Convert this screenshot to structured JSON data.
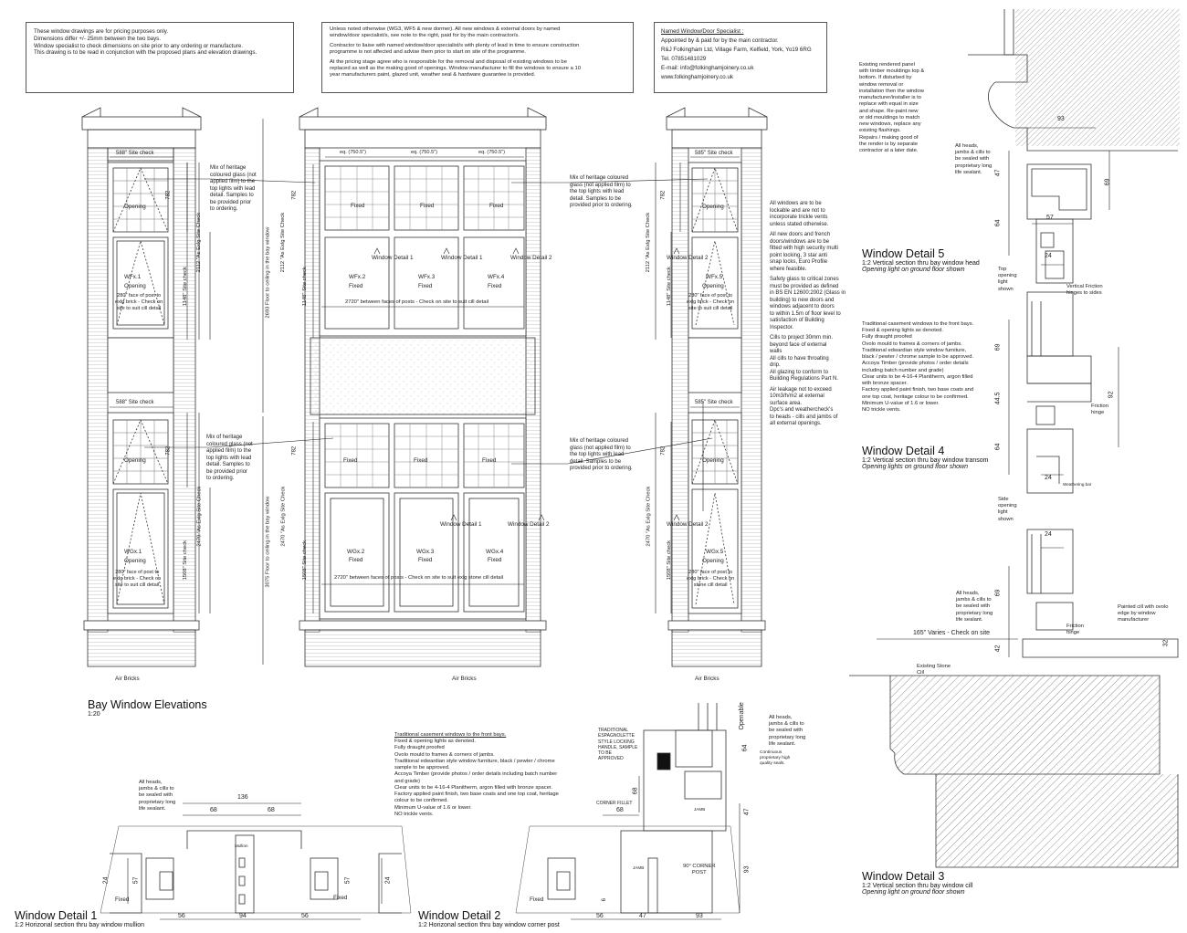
{
  "notes": {
    "top_left": [
      "These window drawings are for pricing purposes only.",
      "Dimensions differ +/- 25mm between the two bays.",
      "Window specialist to check dimensions on site prior to any ordering or manufacture.",
      "This drawing is to be read in conjunction with the proposed plans and elevation drawings."
    ],
    "top_mid": [
      "Unless noted otherwise (WG3, WF5 & new dormer). All new windows & external doors by named",
      "window/door specialist/s, see note to the right, paid for by the main contractor/s.",
      "",
      "Contractor to liaise with named window/door specialist/s with plenty of lead in time to ensure construction",
      "programme is not affected and advise them prior to start on site of the programme.",
      "",
      "At the pricing stage agree who is responsible for the removal and disposal of existing windows to be",
      "replaced as well as the making good of openings.  Window manufacturer to fill the windows to ensure a 10",
      "year manufacturers paint, glazed unit, weather seal & hardware guarantee is provided."
    ],
    "specialist": [
      "Named Window/Door Specialist :",
      "Appointed by & paid for by the main contractor.",
      "R&J Folkingham Ltd, Village Farm, Kelfield, York, Yo19 6RG",
      "Tel. 07851481029",
      "E-mail: info@folkinghamjoinery.co.uk",
      "www.folkinghamjoinery.co.uk"
    ],
    "general": [
      "All windows are to be",
      "lockable and are not to",
      "incorporate trickle vents",
      "unless stated otherwise.",
      "",
      "All new doors and french",
      "doors/windows are to be",
      "fitted with high security multi",
      "point locking,  3 star anti",
      "snap locks, Euro Profile",
      "where feasible.",
      "",
      "Safety glass to critical zones",
      "must be provided as defined",
      "in BS EN 12600:2002 (Glass in",
      "building) to new doors and",
      "windows adjacent to doors",
      "to within 1.5m of floor level to",
      "satisfaction of Building",
      "Inspector.",
      "",
      "Cills to project 30mm min.",
      "beyond face of external",
      "walls",
      "All cills to have throating",
      "drip.",
      "All glazing to conform to",
      "Building Regulations Part N.",
      "",
      "Air leakage not to exceed",
      "10m3/h/m2 at external",
      "surface area.",
      "Dpc's and weathercheck's",
      "to heads - cills and jambs of",
      "all external openings."
    ],
    "rendered_panel": [
      "Existing rendered panel",
      "with timber mouldings top &",
      "bottom.  If disturbed by",
      "window removal or",
      "installation then the window",
      "manufacturer/installer is to",
      "replace with equal in size",
      "and shape.  Re-paint new",
      "or old mouldings to match",
      "new windows, replace any",
      "existing flashings.",
      "Repairs / making good of",
      "the render is by separate",
      "contractor at a later date."
    ],
    "casement_right": [
      "Traditional casement windows to the front bays.",
      "Fixed & opening lights as denoted.",
      "Fully draught proofed",
      "Ovolo mould to frames & corners of jambs.",
      "Traditional edwardian style window furniture,",
      "black / pewter / chrome sample to be approved.",
      "Accoya Timber (provide photos / order details",
      "including batch number and grade)",
      "Clear units to be 4-16-4  Planitherm, argon filled",
      "with bronze spacer.",
      "Factory applied paint finish, two base coats and",
      "one top coat, heritage colour to be confirmed.",
      "Minimum U-value of 1.6 or lower.",
      "NO trickle vents."
    ],
    "casement_bottom": [
      "Traditional casement windows to the front bays.",
      "Fixed & opening lights as denoted.",
      "Fully draught proofed",
      "Ovolo mould to frames & corners of jambs.",
      "Traditional edwardian style window furniture, black / pewter / chrome",
      "sample to be approved.",
      "Accoya Timber (provide photos / order details including batch number",
      "and grade)",
      "Clear units to be 4-16-4  Planitherm, argon filled with bronze spacer.",
      "Factory applied paint finish, two base coats and one top coat, heritage",
      "colour to be confirmed.",
      "Minimum U-value of 1.6 or lower.",
      "NO trickle vents."
    ],
    "heritage": [
      "Mix of heritage",
      "coloured glass (not",
      "applied film) to the",
      "top lights with lead",
      "detail.  Samples to",
      "be provided prior",
      "to ordering."
    ],
    "heritage_mid": [
      "Mix of heritage coloured",
      "glass (not applied film) to",
      "the top lights with lead",
      "detail. Samples to be",
      "provided prior to ordering."
    ],
    "sealant": [
      "All heads,",
      "jambs & cills to",
      "be sealed with",
      "proprietary long",
      "life sealant."
    ],
    "handle": [
      "TRADITIONAL",
      "ESPAGNOLETTE",
      "STYLE LOCKING",
      "HANDLE, SAMPLE",
      "TO BE",
      "APPROVED"
    ],
    "cont_seal": [
      "Continuous",
      "proprietary high",
      "quality seals."
    ],
    "painted_cill": [
      "Painted cill with ovolo",
      "edge by window",
      "manufacturer"
    ]
  },
  "labels": {
    "site_check_588": "588\" Site check",
    "site_check_585": "585\" Site check",
    "eq": "eq. (750.5\")",
    "fixed": "Fixed",
    "opening": "Opening",
    "wd1": "Window Detail 1",
    "wd2": "Window Detail 2",
    "wd3": "Window Detail 3",
    "wd4": "Window Detail 4",
    "wd5": "Window Detail 5",
    "wfx1": "WFx.1",
    "wfx2": "WFx.2",
    "wfx3": "WFx.3",
    "wfx4": "WFx.4",
    "wfx5": "WFx.5",
    "wgx1": "WGx.1",
    "wgx2": "WGx.2",
    "wgx3": "WGx.3",
    "wgx4": "WGx.4",
    "wgx5": "WGx.5",
    "post_face_1": "280\" face of post to",
    "post_face_2": "exlg brick - Check on",
    "post_face_3": "site to suit cill detail",
    "post_face_3b": "stone cill detail",
    "between_posts_1": "2720\" between faces of posts - Check on site to suit cill detail",
    "between_posts_2": "2720\" between faces of posts - Check on site to suit exlg stone cill detail",
    "air_bricks": "Air Bricks",
    "dim_782": "782",
    "dim_2112": "2112 \"As Exlg Site Check",
    "dim_1148": "1148\" Site check",
    "dim_2693": "2693 Floor to ceiling in the bay window",
    "dim_2470": "2470 \"As Exlg Site Check",
    "dim_1508": "1508\" Site check",
    "dim_3075": "3075 Floor to ceiling in the bay window",
    "vent_friction": "Vertical Friction",
    "hinges_sides": "hinges to sides",
    "top_opening": [
      "Top",
      "opening",
      "light",
      "shown"
    ],
    "side_opening": [
      "Side",
      "opening",
      "light",
      "shown"
    ],
    "friction_hinge": [
      "Friction",
      "hinge"
    ],
    "varies": "165\" Varies - Check on site",
    "existing_stone": [
      "Existing Stone",
      "Cill"
    ],
    "mullion": "Mullion",
    "corner_fillet": "CORNER FILLET",
    "jamb": "JAMB",
    "corner_post": [
      "90° CORNER",
      "POST"
    ],
    "openable": "Openable",
    "weathering_bar": "Weathering bar"
  },
  "dims": {
    "d93": "93",
    "d47": "47",
    "d64": "64",
    "d69": "69",
    "d57": "57",
    "d24": "24",
    "d445": "44.5",
    "d92": "92",
    "d42": "42",
    "d32": "32",
    "d136": "136",
    "d68": "68",
    "d56": "56",
    "d94": "94",
    "d6": "6"
  },
  "titles": {
    "bay": {
      "t": "Bay Window Elevations",
      "s": "1:20"
    },
    "wd1": {
      "t": "Window Detail 1",
      "s": "1:2 Horizonal section thru bay window mullion"
    },
    "wd2": {
      "t": "Window Detail 2",
      "s": "1:2 Horizonal section thru bay window corner post"
    },
    "wd3": {
      "t": "Window Detail 3",
      "s": "1:2 Vertical section thru bay window cill",
      "s2": "Opening light on ground floor shown"
    },
    "wd4": {
      "t": "Window Detail 4",
      "s": "1:2 Vertical section thru bay window transom",
      "s2": "Opening lights on ground floor shown"
    },
    "wd5": {
      "t": "Window Detail 5",
      "s": "1:2 Vertical section thru bay window head",
      "s2": "Opening light on ground floor shown"
    }
  }
}
